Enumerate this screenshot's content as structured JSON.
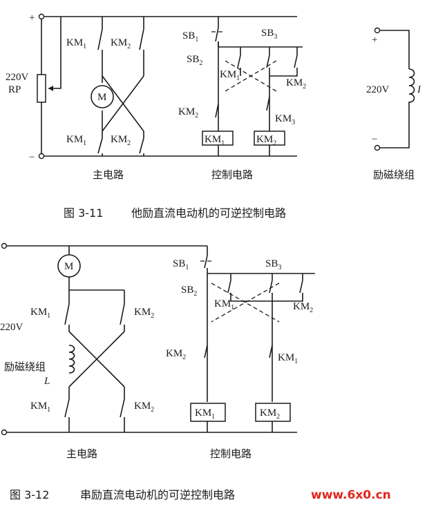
{
  "fig1": {
    "plus": "+",
    "minus": "−",
    "supply_voltage": "220V",
    "rp": "RP",
    "motor": "M",
    "km1": "KM",
    "km2": "KM",
    "km3": "KM",
    "sb1": "SB",
    "sb2": "SB",
    "sb3": "SB",
    "sub1": "1",
    "sub2": "2",
    "sub3": "3",
    "field_voltage": "220V",
    "field_current": "I",
    "main_circuit": "主电路",
    "control_circuit": "控制电路",
    "field_winding": "励磁绕组",
    "caption_num": "图 3-11",
    "caption_text": "他励直流电动机的可逆控制电路"
  },
  "fig2": {
    "supply_voltage": "220V",
    "motor": "M",
    "field_winding": "励磁绕组",
    "field_l": "L",
    "main_circuit": "主电路",
    "control_circuit": "控制电路",
    "caption_num": "图 3-12",
    "caption_text": "串励直流电动机的可逆控制电路"
  },
  "watermark": "www.6x0.cn"
}
